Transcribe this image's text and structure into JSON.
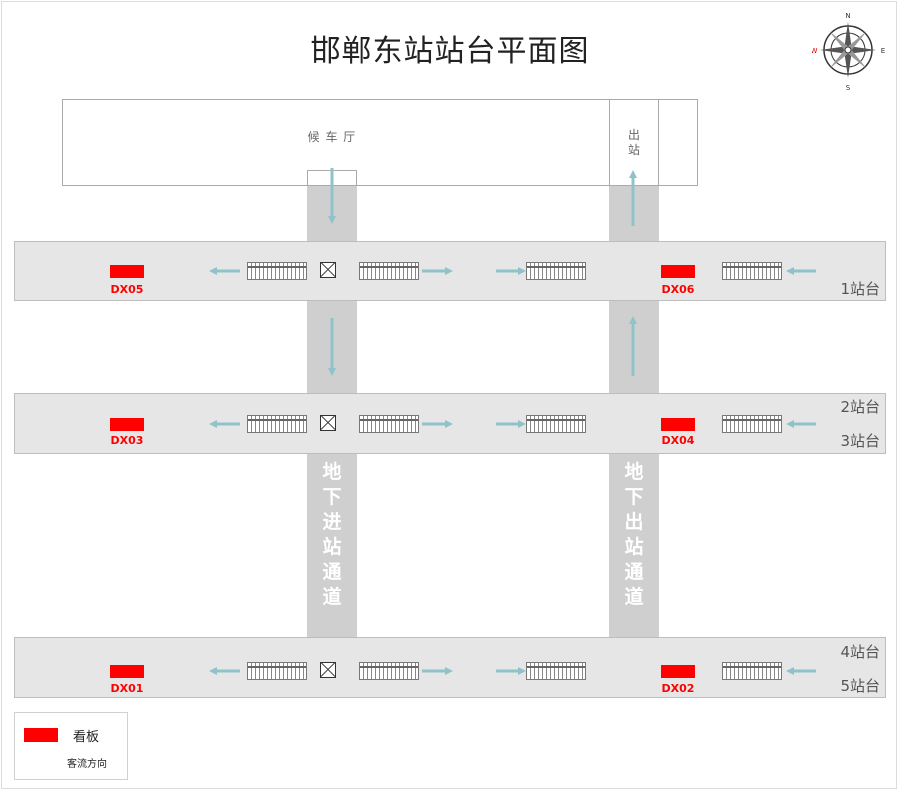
{
  "title": "邯郸东站站台平面图",
  "compass": {
    "n": "N",
    "s": "S",
    "e": "E",
    "w": "W"
  },
  "areas": {
    "waiting_hall": "候 车 厅",
    "exit": "出站",
    "underground_entry": "地下进站通道",
    "underground_exit": "地下出站通道"
  },
  "platforms": {
    "p1": "1站台",
    "p2": "2站台",
    "p3": "3站台",
    "p4": "4站台",
    "p5": "5站台"
  },
  "billboards": {
    "dx01": "DX01",
    "dx02": "DX02",
    "dx03": "DX03",
    "dx04": "DX04",
    "dx05": "DX05",
    "dx06": "DX06"
  },
  "legend": {
    "billboard": "看板",
    "flow": "客流方向"
  },
  "colors": {
    "billboard": "#ff0000",
    "flow_arrow": "#8fc3c9",
    "corridor": "#cfcfcf",
    "platform": "#e6e6e6"
  }
}
